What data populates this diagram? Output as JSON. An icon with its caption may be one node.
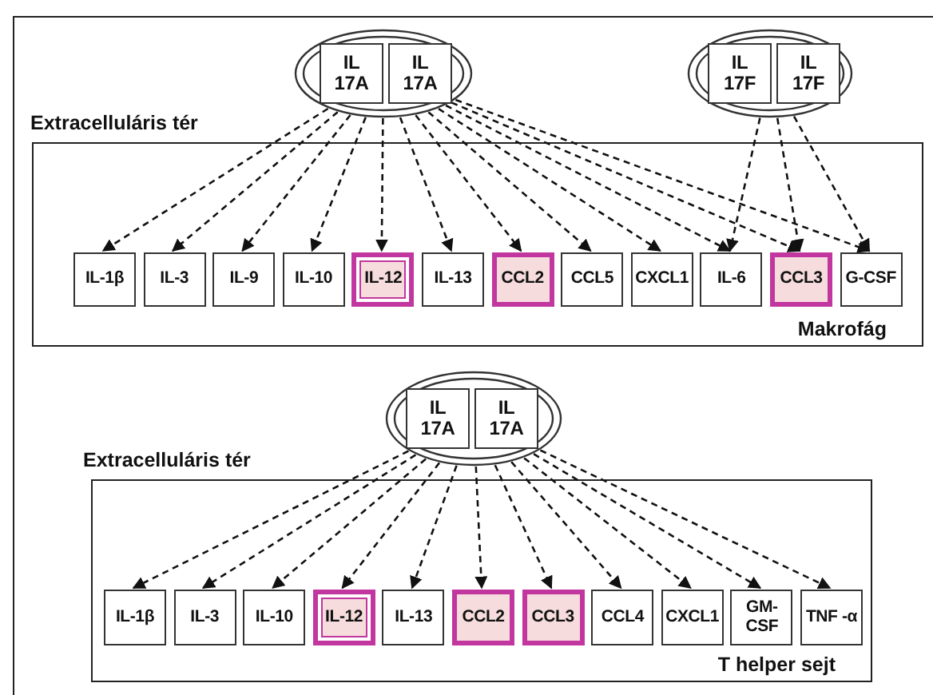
{
  "diagram": {
    "nodes": [
      {
        "text": [],
        "shape": "ellipse"
      },
      {
        "text": [
          "IL 17A"
        ],
        "in": 0
      },
      {
        "text": [
          "IL 17A"
        ],
        "in": 0
      },
      {
        "text": [],
        "shape": "ellipse"
      },
      {
        "text": [
          "IL 17F"
        ],
        "in": 3
      },
      {
        "text": [
          "IL 17F"
        ],
        "in": 3
      },
      {
        "text": [
          "Makrofág"
        ]
      },
      {
        "text": [
          "IL-1β"
        ],
        "in": 6
      },
      {
        "text": [
          "IL-3"
        ],
        "in": 6
      },
      {
        "text": [
          "IL-9"
        ],
        "in": 6
      },
      {
        "text": [
          "IL-10"
        ],
        "in": 6
      },
      {
        "text": [
          "IL-12"
        ],
        "in": 6
      },
      {
        "text": [
          "IL-13"
        ],
        "in": 6
      },
      {
        "text": [
          "CCL2"
        ],
        "in": 6
      },
      {
        "text": [
          "CCL5"
        ],
        "in": 6
      },
      {
        "text": [
          "CXCL1"
        ],
        "in": 6
      },
      {
        "text": [
          "IL-6"
        ],
        "in": 6
      },
      {
        "text": [
          "CCL3"
        ],
        "in": 6
      },
      {
        "text": [
          "G-CSF"
        ],
        "in": 6
      },
      {
        "text": [],
        "shape": "ellipse"
      },
      {
        "text": [
          "IL 17A"
        ],
        "in": 19
      },
      {
        "text": [
          "IL 17A"
        ],
        "in": 19
      },
      {
        "text": [
          "T helper sejt"
        ]
      },
      {
        "text": [
          "IL-1β"
        ],
        "in": 22
      },
      {
        "text": [
          "IL-3"
        ],
        "in": 22
      },
      {
        "text": [
          "IL-10"
        ],
        "in": 22
      },
      {
        "text": [
          "IL-12"
        ],
        "in": 22
      },
      {
        "text": [
          "IL-13"
        ],
        "in": 22
      },
      {
        "text": [
          "CCL2"
        ],
        "in": 22
      },
      {
        "text": [
          "CCL3"
        ],
        "in": 22
      },
      {
        "text": [
          "CCL4"
        ],
        "in": 22
      },
      {
        "text": [
          "CXCL1"
        ],
        "in": 22
      },
      {
        "text": [
          "GM-CSF"
        ],
        "in": 22
      },
      {
        "text": [
          "TNF -α"
        ],
        "in": 22
      }
    ],
    "edges": [
      {
        "from": 0,
        "to": 7,
        "arrow": "to",
        "style": "dashed"
      },
      {
        "from": 0,
        "to": 8,
        "arrow": "to",
        "style": "dashed"
      },
      {
        "from": 0,
        "to": 9,
        "arrow": "to",
        "style": "dashed"
      },
      {
        "from": 0,
        "to": 10,
        "arrow": "to",
        "style": "dashed"
      },
      {
        "from": 0,
        "to": 11,
        "arrow": "to",
        "style": "dashed"
      },
      {
        "from": 0,
        "to": 12,
        "arrow": "to",
        "style": "dashed"
      },
      {
        "from": 0,
        "to": 13,
        "arrow": "to",
        "style": "dashed"
      },
      {
        "from": 0,
        "to": 14,
        "arrow": "to",
        "style": "dashed"
      },
      {
        "from": 0,
        "to": 15,
        "arrow": "to",
        "style": "dashed"
      },
      {
        "from": 0,
        "to": 16,
        "arrow": "to",
        "style": "dashed"
      },
      {
        "from": 0,
        "to": 17,
        "arrow": "to",
        "style": "dashed"
      },
      {
        "from": 0,
        "to": 18,
        "arrow": "to",
        "style": "dashed"
      },
      {
        "from": 3,
        "to": 16,
        "arrow": "to",
        "style": "dashed"
      },
      {
        "from": 3,
        "to": 17,
        "arrow": "to",
        "style": "dashed"
      },
      {
        "from": 3,
        "to": 18,
        "arrow": "to",
        "style": "dashed"
      },
      {
        "from": 19,
        "to": 23,
        "arrow": "to",
        "style": "dashed"
      },
      {
        "from": 19,
        "to": 24,
        "arrow": "to",
        "style": "dashed"
      },
      {
        "from": 19,
        "to": 25,
        "arrow": "to",
        "style": "dashed"
      },
      {
        "from": 19,
        "to": 26,
        "arrow": "to",
        "style": "dashed"
      },
      {
        "from": 19,
        "to": 27,
        "arrow": "to",
        "style": "dashed"
      },
      {
        "from": 19,
        "to": 28,
        "arrow": "to",
        "style": "dashed"
      },
      {
        "from": 19,
        "to": 29,
        "arrow": "to",
        "style": "dashed"
      },
      {
        "from": 19,
        "to": 30,
        "arrow": "to",
        "style": "dashed"
      },
      {
        "from": 19,
        "to": 31,
        "arrow": "to",
        "style": "dashed"
      },
      {
        "from": 19,
        "to": 32,
        "arrow": "to",
        "style": "dashed"
      },
      {
        "from": 19,
        "to": 33,
        "arrow": "to",
        "style": "dashed"
      }
    ],
    "labels": [
      "Extracelluláris tér",
      "Extracelluláris tér"
    ]
  }
}
